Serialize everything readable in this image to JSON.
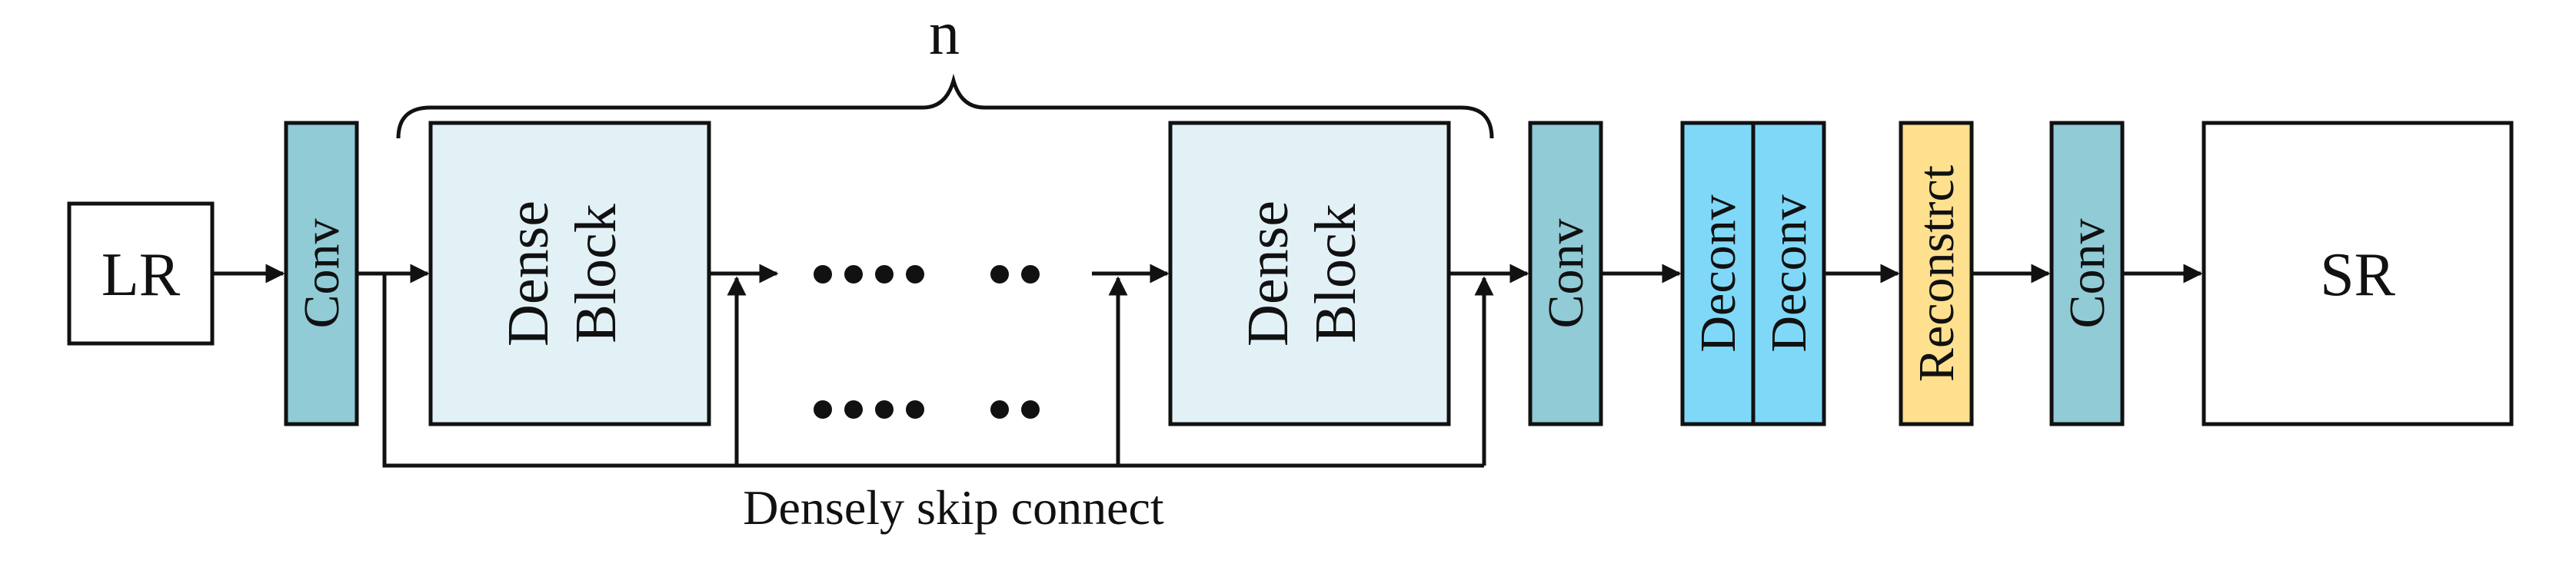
{
  "diagram": {
    "input_label": "LR",
    "output_label": "SR",
    "repeat_label": "n",
    "skip_label": "Densely skip connect",
    "conv_label": "Conv",
    "dense_block_label_line1": "Dense",
    "dense_block_label_line2": "Block",
    "deconv_label": "Deconv",
    "reconstruct_label": "Reconstrct",
    "colors": {
      "conv": "#90CBD6",
      "dense_block": "#E2F1F6",
      "deconv": "#7FD8F8",
      "reconstruct": "#FFE08F",
      "outline": "#111111"
    }
  }
}
